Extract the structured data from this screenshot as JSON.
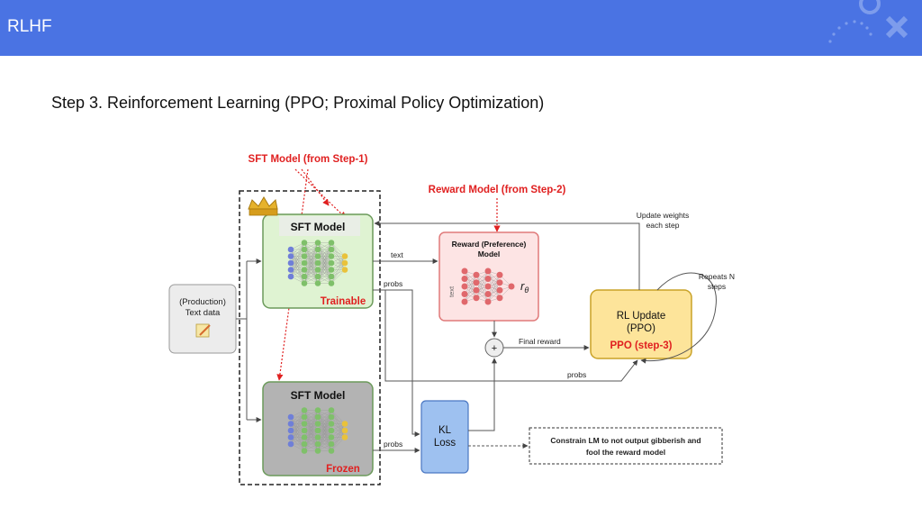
{
  "header": {
    "title": "RLHF"
  },
  "subtitle": "Step 3. Reinforcement Learning (PPO; Proximal Policy Optimization)",
  "diagram": {
    "sft_annotation": "SFT Model (from Step-1)",
    "reward_annotation": "Reward Model (from Step-2)",
    "text_data_line1": "(Production)",
    "text_data_line2": "Text data",
    "sft_trainable_title": "SFT Model",
    "sft_trainable_tag": "Trainable",
    "sft_frozen_title": "SFT Model",
    "sft_frozen_tag": "Frozen",
    "reward_model_line1": "Reward (Preference)",
    "reward_model_line2": "Model",
    "reward_model_side": "text",
    "reward_symbol": "r",
    "reward_symbol_sub": "θ",
    "plus": "+",
    "kl_line1": "KL",
    "kl_line2": "Loss",
    "rl_line1": "RL Update",
    "rl_line2": "(PPO)",
    "rl_tag": "PPO (step-3)",
    "edge_text": "text",
    "edge_probs_top": "probs",
    "edge_probs_mid": "probs",
    "edge_probs_bottom": "probs",
    "edge_final_reward": "Final reward",
    "update_line1": "Update weights",
    "update_line2": "each step",
    "repeat_line1": "Repeats N",
    "repeat_line2": "steps",
    "constraint_line1": "Constrain LM to not output gibberish and",
    "constraint_line2": "fool the reward model"
  },
  "colors": {
    "header_bg": "#4a73e3",
    "annotation_red": "#e02020",
    "trainable_fill": "#dff3d2",
    "frozen_fill": "#b3b3b3",
    "reward_fill": "#fde4e4",
    "rl_fill": "#fde49a",
    "kl_fill": "#9ec1f0"
  }
}
